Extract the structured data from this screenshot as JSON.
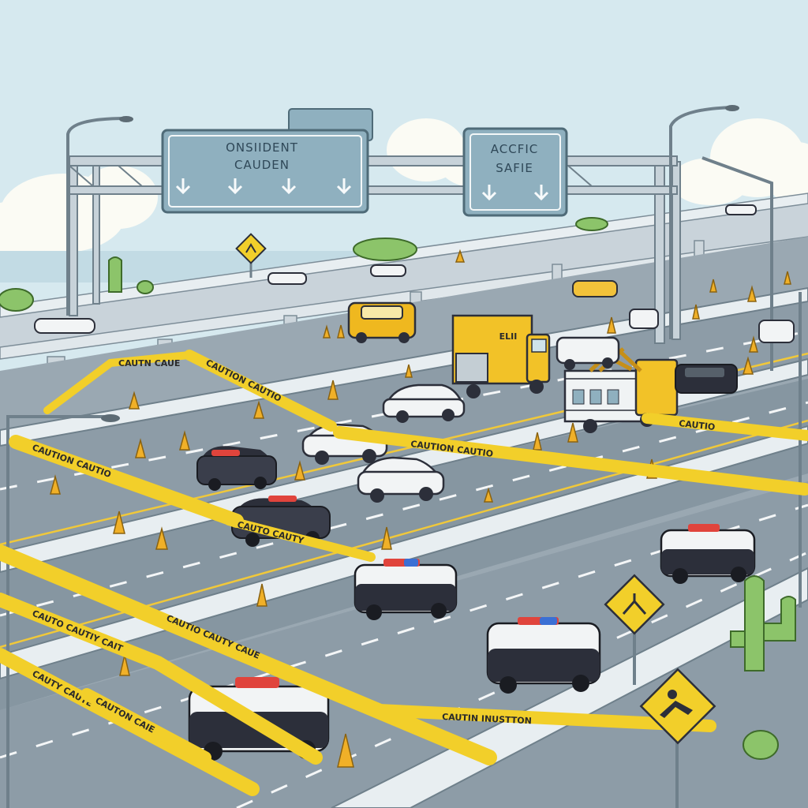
{
  "scene": {
    "description_kind": "illustration",
    "colors": {
      "sky": "#d6e9ef",
      "cloud": "#fbfbf4",
      "road": "#8b9aa6",
      "road_light": "#a5b2bc",
      "barrier": "#e5ebee",
      "tape": "#f2cf2a",
      "sign_green": "#8fb0bf",
      "cone": "#f0b028",
      "police_dark": "#2c2f3a",
      "cactus": "#8cc46a"
    }
  },
  "overhead_signs": {
    "left": {
      "line1": "ONSIIDENT",
      "line2": "CAUDEN",
      "arrow_icon": "down-arrow-icon"
    },
    "right": {
      "line1": "ACCFIC",
      "line2": "SAFIE",
      "arrow_icon": "down-arrow-icon"
    }
  },
  "tape_labels": {
    "t1": "CAUTION CAUTIO",
    "t2": "CAUTION CAUTIO",
    "t3": "CAUTION CAUTIO",
    "t4": "CAUTIO",
    "t5": "CAUTIO CAUTY CAUE",
    "t6": "CAUTO CAUTIY CAIT",
    "t7": "CAUTY CAUTE",
    "t8": "CAUTON CAIE",
    "t9": "CAUTIN INUSTTON",
    "t10": "CAUTO CAUTY",
    "t11": "CAUTN CAUE"
  },
  "truck": {
    "label": "ELII"
  },
  "road_signs": [
    {
      "icon": "merge-icon"
    },
    {
      "icon": "worker-icon"
    },
    {
      "icon": "turn-icon"
    }
  ]
}
